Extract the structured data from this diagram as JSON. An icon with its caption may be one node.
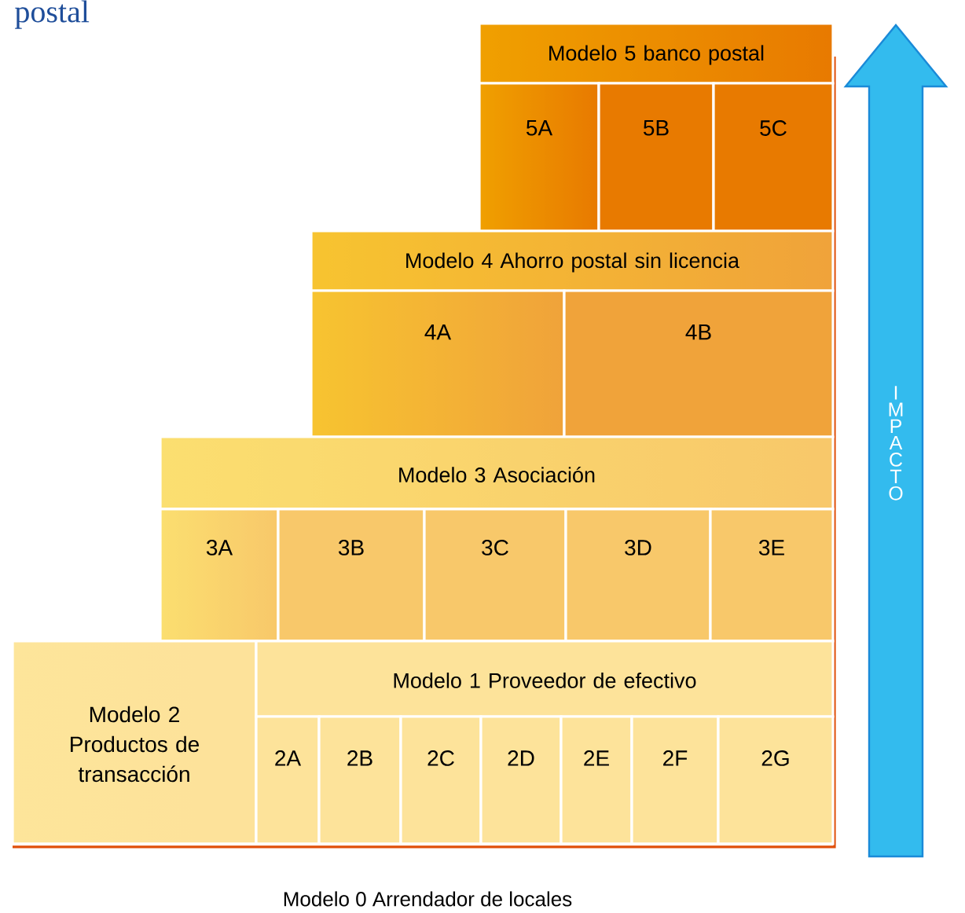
{
  "diagram": {
    "title": "postal",
    "nodes": [
      {
        "text": [
          "Modelo 5 banco postal"
        ]
      },
      {
        "text": [
          "5A"
        ]
      },
      {
        "text": [
          "5B"
        ]
      },
      {
        "text": [
          "5C"
        ]
      },
      {
        "text": [
          "Modelo 4 Ahorro postal sin licencia"
        ]
      },
      {
        "text": [
          "4A"
        ]
      },
      {
        "text": [
          "4B"
        ]
      },
      {
        "text": [
          "Modelo 3 Asociación"
        ]
      },
      {
        "text": [
          "3A"
        ]
      },
      {
        "text": [
          "3B"
        ]
      },
      {
        "text": [
          "3C"
        ]
      },
      {
        "text": [
          "3D"
        ]
      },
      {
        "text": [
          "3E"
        ]
      },
      {
        "text": [
          "Modelo 2 Productos de transacción"
        ]
      },
      {
        "text": [
          "Modelo 1 Proveedor de efectivo"
        ]
      },
      {
        "text": [
          "2A"
        ]
      },
      {
        "text": [
          "2B"
        ]
      },
      {
        "text": [
          "2C"
        ]
      },
      {
        "text": [
          "2D"
        ]
      },
      {
        "text": [
          "2E"
        ]
      },
      {
        "text": [
          "2F"
        ]
      },
      {
        "text": [
          "2G"
        ]
      },
      {
        "text": [
          "IMPACTO"
        ]
      }
    ],
    "labels": [
      "Modelo 0 Arrendador de locales"
    ]
  }
}
